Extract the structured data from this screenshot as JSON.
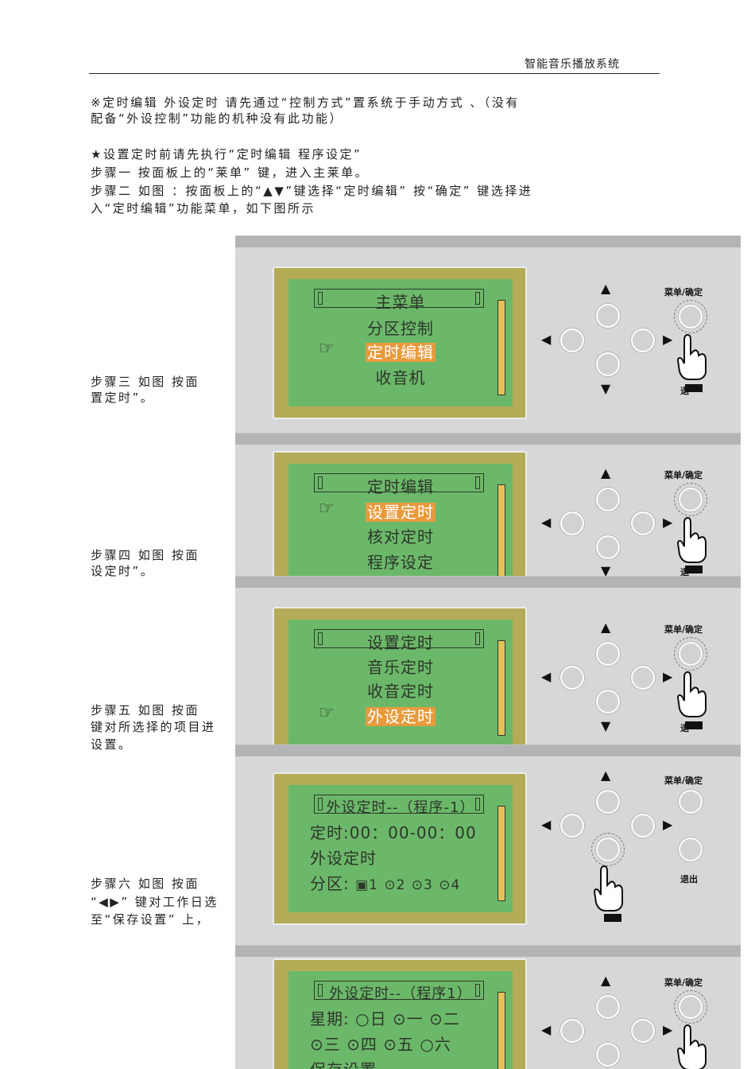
{
  "header": {
    "title": "智能音乐播放系统"
  },
  "text": {
    "p1_line1": "※定时编辑 外设定时 请先通过“控制方式”置系统于手动方式 、（没有",
    "p1_line2": "配备“外设控制”功能的机种没有此功能）",
    "p2_line1": "★设置定时前请先执行“定时编辑 程序设定”",
    "p2_line2": "步骤一 按面板上的“莱单” 键，进入主莱单。",
    "p2_line3": "步骤二  如图  ：按面板上的“▲▼”键选择“定时编辑” 按“确定” 键选择进",
    "p2_line4": "入“定时编辑”功能菜单，如下图所示",
    "step3_line1": "步骤三  如图 按面",
    "step3_line2": "置定时”。",
    "step4_line1": "步骤四  如图 按面",
    "step4_line2": "设定时”。",
    "step5_line1": "步骤五  如图  按面",
    "step5_line2": "键对所选择的项目进",
    "step5_line3": "设置。",
    "step6_line1": "步骤六  如图 按面",
    "step6_line2": "“◀▶” 键对工作日选",
    "step6_line3": "至“保存设置” 上，"
  },
  "controls": {
    "menu_confirm": "菜单/确定",
    "exit": "退出",
    "exit_partial": "退"
  },
  "icons": {
    "up": "▲",
    "down": "▼",
    "left": "◀",
    "right": "▶",
    "finger": "☞"
  },
  "panels": [
    {
      "title": "主菜单",
      "lines": [
        "分区控制",
        "定时编辑",
        "收音机"
      ]
    },
    {
      "title": "定时编辑",
      "lines": [
        "设置定时",
        "核对定时",
        "程序设定"
      ]
    },
    {
      "title": "设置定时",
      "lines": [
        "音乐定时",
        "收音定时",
        "外设定时"
      ]
    },
    {
      "title": "外设定时--（程序-1）",
      "lines": [
        "定时:00：00-00：00",
        "外设定时",
        "分区:",
        "1",
        "2",
        "3",
        "4"
      ]
    },
    {
      "title": "外设定时--（程序1）",
      "lines": [
        "星期:",
        "日",
        "一",
        "二",
        "三",
        "四",
        "五",
        "六",
        "保存设置"
      ]
    }
  ],
  "colors": {
    "lcd": "#6cb86a",
    "frame": "#b3ab55",
    "highlight": "#e89a3d",
    "panel": "#d6d7d8"
  }
}
